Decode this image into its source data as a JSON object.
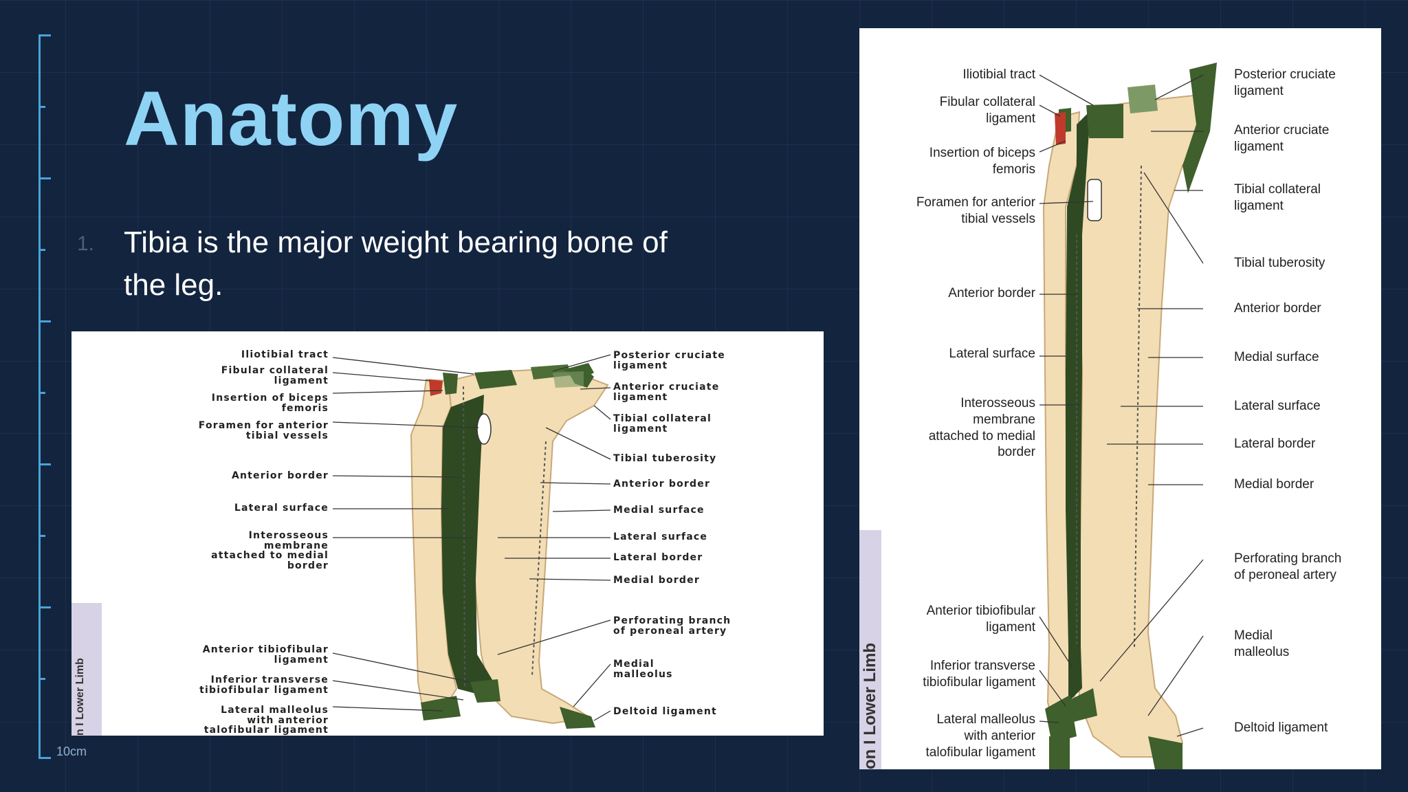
{
  "slide": {
    "title": "Anatomy",
    "list": [
      {
        "number": "1.",
        "text": "Tibia is the major weight bearing bone of the leg."
      }
    ],
    "ruler_label": "10cm"
  },
  "figure_small": {
    "left_labels": {
      "l1": "Iliotibial tract",
      "l2": "Fibular collateral\nligament",
      "l3": "Insertion of biceps\nfemoris",
      "l4": "Foramen for anterior\ntibial vessels",
      "l5": "Anterior border",
      "l6": "Lateral surface",
      "l7": "Interosseous\nmembrane\nattached to medial\nborder",
      "l8": "Anterior tibiofibular\nligament",
      "l9": "Inferior transverse\ntibiofibular ligament",
      "l10": "Lateral malleolus\nwith anterior\ntalofibular ligament"
    },
    "right_labels": {
      "r1": "Posterior cruciate\nligament",
      "r2": "Anterior cruciate\nligament",
      "r3": "Tibial collateral\nligament",
      "r4": "Tibial tuberosity",
      "r5": "Anterior border",
      "r6": "Medial surface",
      "r7": "Lateral surface",
      "r8": "Lateral border",
      "r9": "Medial border",
      "r10": "Perforating branch\nof peroneal artery",
      "r11": "Medial\nmalleolus",
      "r12": "Deltoid ligament"
    },
    "side_text": "n I Lower Limb"
  },
  "figure_large": {
    "left_labels": {
      "l1": "Iliotibial tract",
      "l2": "Fibular collateral\nligament",
      "l3": "Insertion of biceps\nfemoris",
      "l4": "Foramen for anterior\ntibial vessels",
      "l5": "Anterior border",
      "l6": "Lateral surface",
      "l7": "Interosseous\nmembrane\nattached to medial\nborder",
      "l8": "Anterior tibiofibular\nligament",
      "l9": "Inferior transverse\ntibiofibular ligament",
      "l10": "Lateral malleolus\nwith anterior\ntalofibular ligament"
    },
    "right_labels": {
      "r1": "Posterior cruciate\nligament",
      "r2": "Anterior cruciate\nligament",
      "r3": "Tibial collateral\nligament",
      "r4": "Tibial tuberosity",
      "r5": "Anterior border",
      "r6": "Medial surface",
      "r7": "Lateral surface",
      "r8": "Lateral border",
      "r9": "Medial border",
      "r10": "Perforating branch\nof peroneal artery",
      "r11": "Medial\nmalleolus",
      "r12": "Deltoid ligament"
    },
    "side_text": "on I Lower Limb"
  },
  "colors": {
    "background": "#13243f",
    "title": "#8fd3f4",
    "ruler": "#4aa3d8",
    "bone": "#f3ddb4",
    "ligament": "#3f5f2c",
    "membrane": "#2f4a22"
  }
}
